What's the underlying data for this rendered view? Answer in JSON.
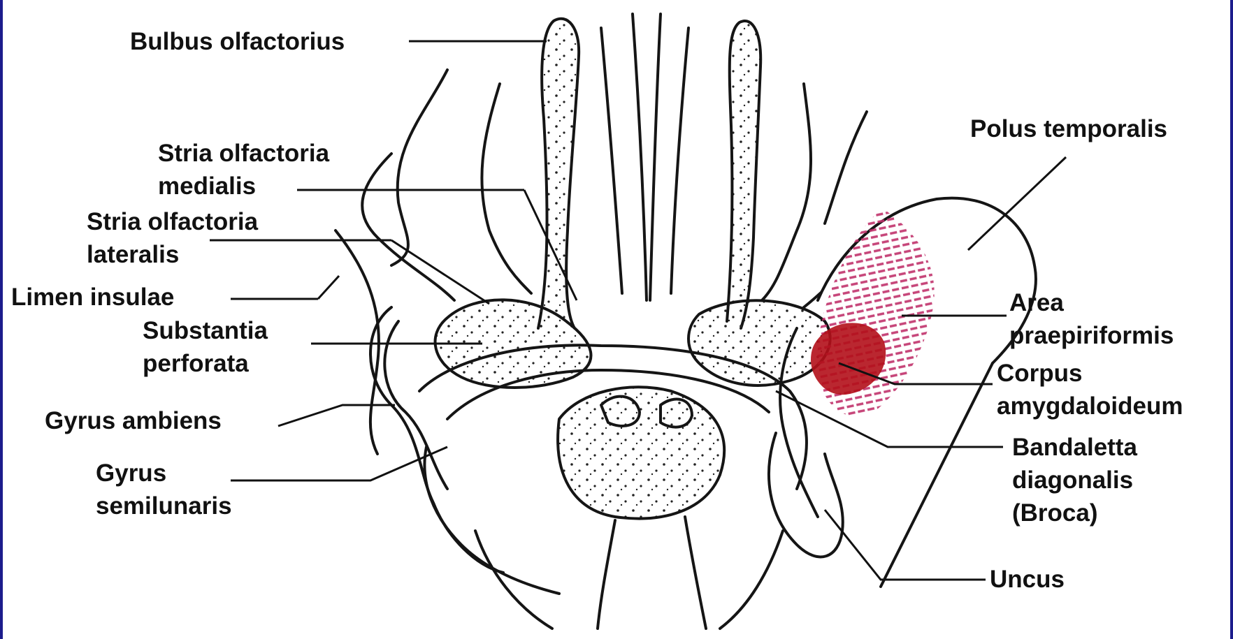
{
  "colors": {
    "background_border": "#1c1c8c",
    "panel": "#ffffff",
    "ink": "#111111",
    "amygdala": "#b30f19",
    "praepiriform": "#c0306a"
  },
  "labels": {
    "bulbus_olfactorius": "Bulbus olfactorius",
    "stria_olfactoria_medialis": [
      "Stria olfactoria",
      "medialis"
    ],
    "stria_olfactoria_lateralis": [
      "Stria olfactoria",
      "lateralis"
    ],
    "limen_insulae": "Limen insulae",
    "substantia_perforata": [
      "Substantia",
      "perforata"
    ],
    "gyrus_ambiens": "Gyrus ambiens",
    "gyrus_semilunaris": [
      "Gyrus",
      "semilunaris"
    ],
    "polus_temporalis": "Polus temporalis",
    "area_praepiriformis": [
      "Area",
      "praepiriformis"
    ],
    "corpus_amygdaloideum": [
      "Corpus",
      "amygdaloideum"
    ],
    "bandaletta_diagonalis": [
      "Bandaletta",
      "diagonalis",
      "(Broca)"
    ],
    "uncus": "Uncus"
  }
}
